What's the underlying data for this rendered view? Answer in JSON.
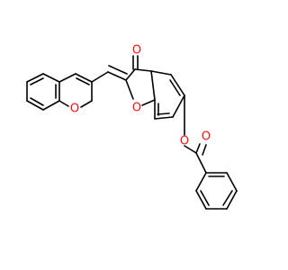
{
  "molecule": {
    "atom_color": "#ff0d0d",
    "bond_color": "#000000",
    "labels": {
      "ketone_oxygen": "O",
      "furan_oxygen": "O",
      "chromene_oxygen": "O",
      "ester_oxygen": "O",
      "carbonyl_oxygen": "O"
    }
  }
}
